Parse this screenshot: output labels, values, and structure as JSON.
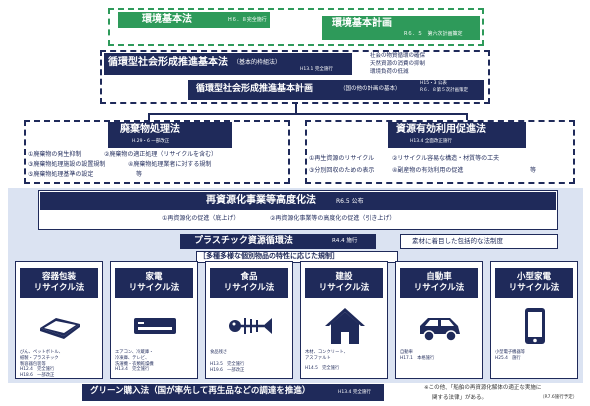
{
  "top": {
    "kankyo_law": "環境基本法",
    "kankyo_law_date": "H６．８完全施行",
    "kankyo_plan": "環境基本計画",
    "kankyo_plan_date": "R６．５　第六次計画策定"
  },
  "junkan": {
    "law": "循環型社会形成推進基本法",
    "law_sub": "（基本的枠組法）",
    "law_date": "H13.1 完全施行",
    "goals": [
      "社会の物質循環の確保",
      "天然資源の消費の抑制",
      "環境負荷の低減"
    ],
    "plan": "循環型社会形成推進基本計画",
    "plan_sub": "（国の他の計画の基本）",
    "plan_date_1": "H15・3 公表",
    "plan_date_2": "R６．８第５次計画策定"
  },
  "haiki": {
    "title": "廃棄物処理法",
    "date": "H.29・6 一部改正",
    "items": [
      "①廃棄物の発生抑制",
      "②廃棄物の適正処理（リサイクルを含む）",
      "③廃棄物処理施設の設置規制",
      "④廃棄物処理業者に対する規制",
      "⑤廃棄物処理基準の設定",
      "等"
    ]
  },
  "shigen": {
    "title": "資源有効利用促進法",
    "date": "H13.4 全面改正施行",
    "items": [
      "①再生資源のリサイクル",
      "②リサイクル容易な構造・材質等の工夫",
      "③分別回収のための表示",
      "④副産物の有効利用の促進",
      "等"
    ]
  },
  "sai": {
    "title": "再資源化事業等高度化法",
    "date": "R6.5 公布",
    "item1": "①再資源化の促進（底上げ）",
    "item2": "②再資源化事業等の高度化の促進（引き上げ）"
  },
  "plastic": {
    "title": "プラスチック資源循環法",
    "date": "R4.4 施行",
    "note": "素材に着目した包括的な法制度"
  },
  "individual_header": "［多種多様な個別物品の特性に応じた規制］",
  "laws": [
    {
      "name1": "容器包装",
      "name2": "リサイクル法",
      "icon": "tray-icon",
      "items": [
        "びん、ペットボトル、",
        "紙製・プラスチック",
        "製容器包装等"
      ],
      "dates": [
        "H12.4　完全施行",
        "H18.6　一部改正"
      ]
    },
    {
      "name1": "家電",
      "name2": "リサイクル法",
      "icon": "air-conditioner-icon",
      "items": [
        "エアコン、冷蔵庫・",
        "冷凍庫、テレビ、",
        "洗濯機・衣類乾燥機"
      ],
      "dates": [
        "H13.4　完全施行"
      ]
    },
    {
      "name1": "食品",
      "name2": "リサイクル法",
      "icon": "fish-bone-icon",
      "items": [
        "食品残さ"
      ],
      "dates": [
        "H13.5　完全施行",
        "H19.6　一部改正"
      ]
    },
    {
      "name1": "建設",
      "name2": "リサイクル法",
      "icon": "house-icon",
      "items": [
        "木材、コンクリート、",
        "アスファルト"
      ],
      "dates": [
        "H14.5　完全施行"
      ]
    },
    {
      "name1": "自動車",
      "name2": "リサイクル法",
      "icon": "car-icon",
      "items": [
        "自動車"
      ],
      "dates": [
        "H17.1　本格施行"
      ]
    },
    {
      "name1": "小型家電",
      "name2": "リサイクル法",
      "icon": "smartphone-icon",
      "items": [
        "小型電子機器等"
      ],
      "dates": [
        "H25.4　施行"
      ]
    }
  ],
  "green": {
    "title": "グリーン購入法（国が率先して再生品などの調達を推進）",
    "date": "H13.4 完全施行"
  },
  "footnote": {
    "line1": "※この他、「船舶の再資源化解体の適正な実施に",
    "line2": "関する法律」がある。",
    "line2_date": "（R7.6施行予定）"
  }
}
